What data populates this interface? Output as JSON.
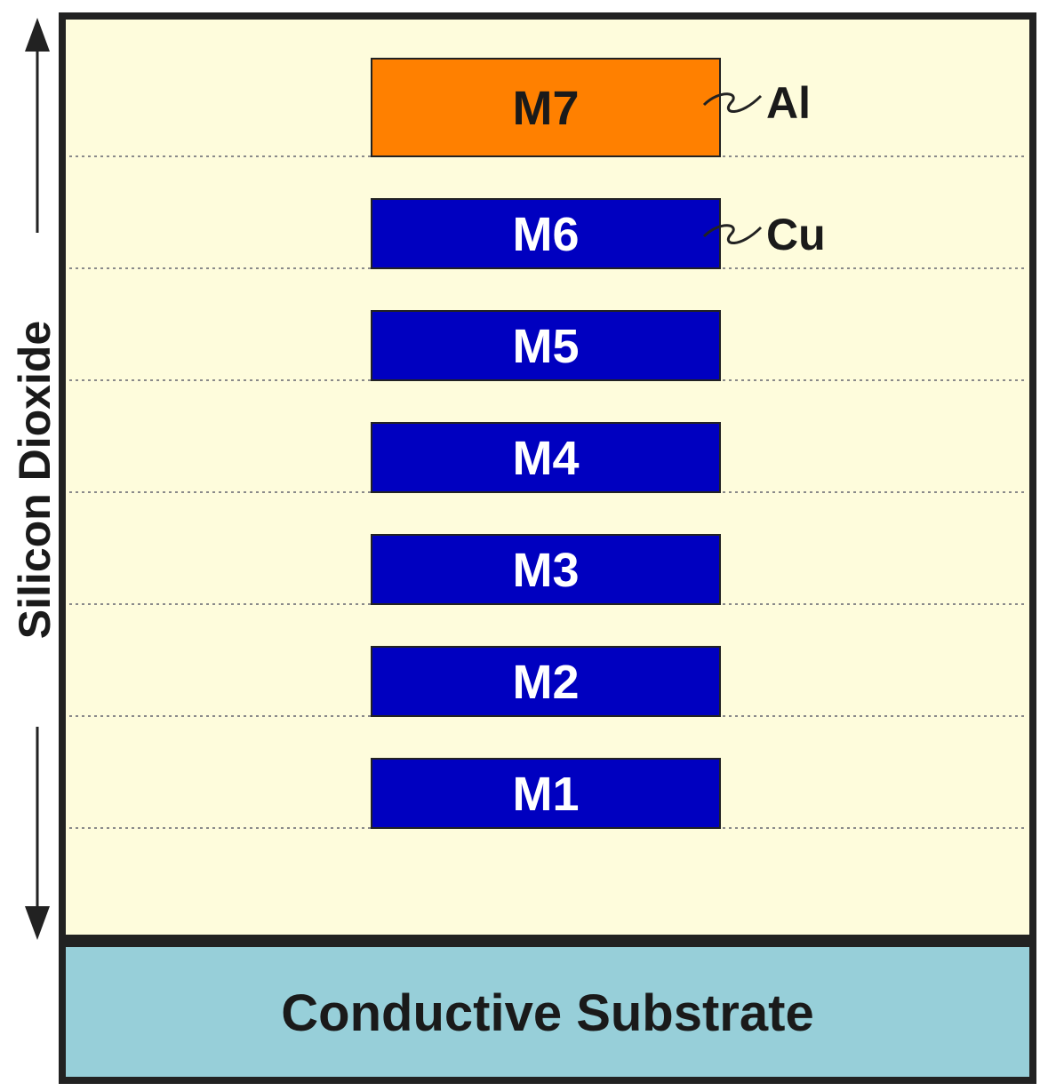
{
  "colors": {
    "oxide_fill": "#fefcdc",
    "substrate_fill": "#97cfd9",
    "border": "#222222",
    "copper_fill": "#0000c0",
    "aluminum_fill": "#ff8000",
    "copper_text": "#ffffff",
    "aluminum_text": "#1a1a1a",
    "dotted_line": "#8a8a8a"
  },
  "dielectric": {
    "label": "Silicon Dioxide"
  },
  "substrate": {
    "label": "Conductive Substrate"
  },
  "metal_layers": [
    {
      "label": "M7",
      "material": "Al"
    },
    {
      "label": "M6",
      "material": "Cu"
    },
    {
      "label": "M5",
      "material": "Cu"
    },
    {
      "label": "M4",
      "material": "Cu"
    },
    {
      "label": "M3",
      "material": "Cu"
    },
    {
      "label": "M2",
      "material": "Cu"
    },
    {
      "label": "M1",
      "material": "Cu"
    }
  ],
  "material_callouts": [
    {
      "label": "Al",
      "layer": "M7"
    },
    {
      "label": "Cu",
      "layer": "M6"
    }
  ]
}
